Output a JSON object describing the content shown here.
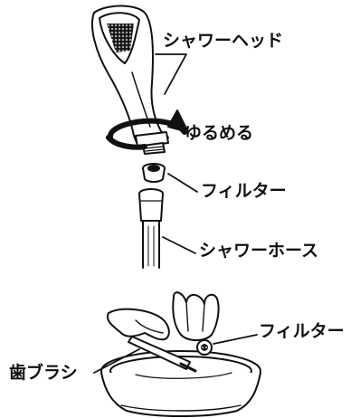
{
  "labels": {
    "shower_head": "シャワーヘッド",
    "loosen": "ゆるめる",
    "filter_top": "フィルター",
    "shower_hose": "シャワーホース",
    "filter_bottom": "フィルター",
    "toothbrush": "歯ブラシ"
  },
  "colors": {
    "line": "#111111",
    "fill": "#ffffff"
  },
  "icons": {
    "rotation": "curved-arrow-counterclockwise"
  }
}
